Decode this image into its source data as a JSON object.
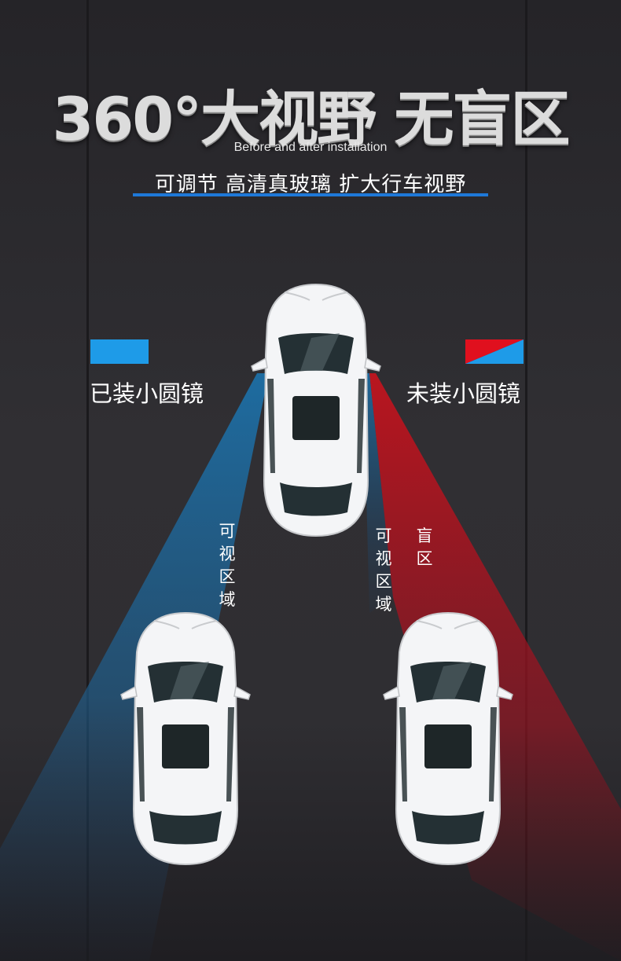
{
  "headline": "360°大视野 无盲区",
  "subtitle_en": "Before and after installation",
  "subtitle_cn": "可调节  高清真玻璃  扩大行车视野",
  "legend": {
    "installed_label": "已装小圆镜",
    "not_installed_label": "未装小圆镜"
  },
  "zones": {
    "visible_left": "可视区域",
    "visible_right": "可视区域",
    "blind_spot": "盲区"
  },
  "colors": {
    "accent_blue": "#1e78d8",
    "legend_blue": "#1e9be8",
    "legend_red": "#e0101e",
    "visible_zone": "#2a6fa8",
    "blind_zone": "#b8121e"
  }
}
